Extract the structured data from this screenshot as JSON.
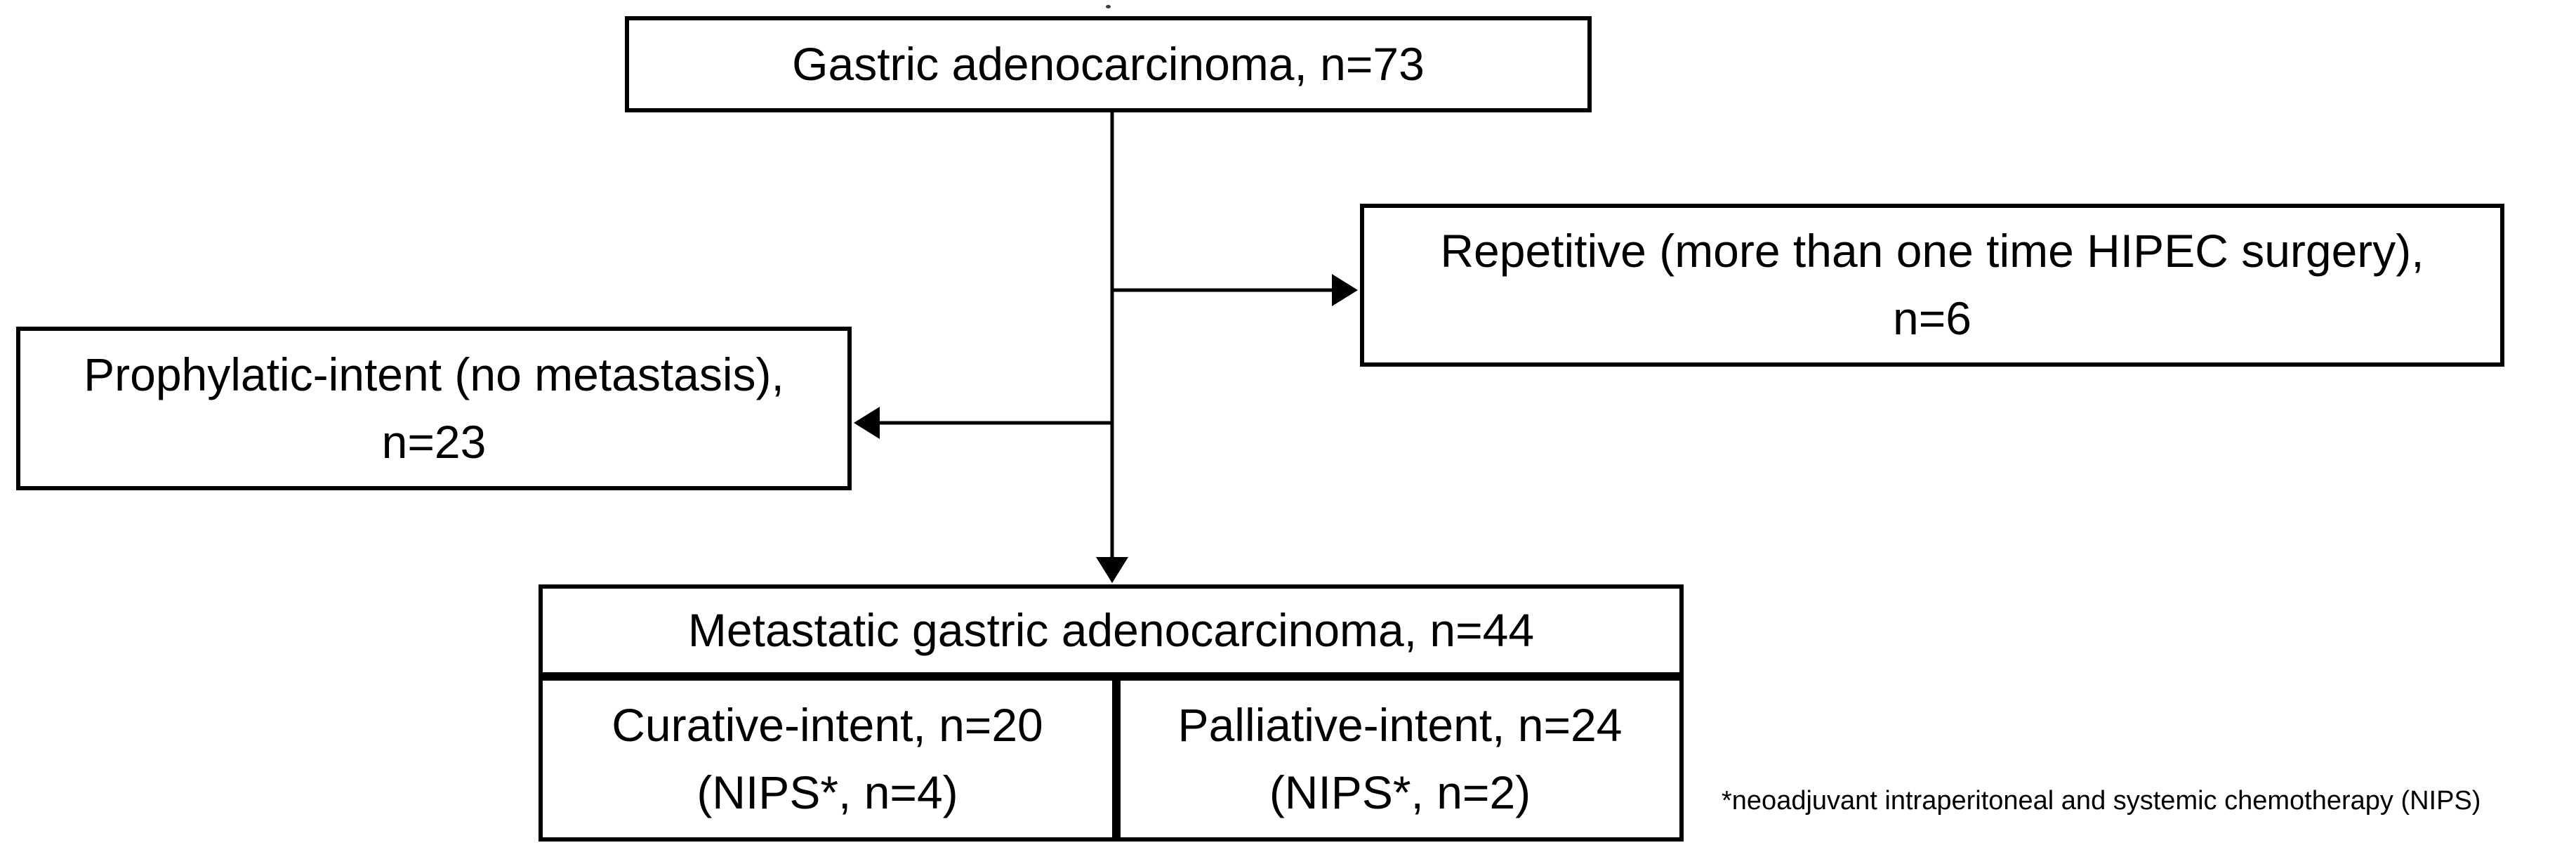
{
  "figure": {
    "background": "#ffffff",
    "line_color": "#000000",
    "text_color": "#000000",
    "nodes": {
      "root": {
        "text": "Gastric adenocarcinoma, n=73"
      },
      "repetitive": {
        "line1": "Repetitive (more than one time HIPEC surgery),",
        "line2": "n=6"
      },
      "prophylactic": {
        "line1": "Prophylatic-intent (no metastasis),",
        "line2": "n=23"
      },
      "metastatic": {
        "text": "Metastatic gastric adenocarcinoma, n=44"
      },
      "curative": {
        "line1": "Curative-intent, n=20",
        "line2": "(NIPS*, n=4)"
      },
      "palliative": {
        "line1": "Palliative-intent, n=24",
        "line2": "(NIPS*, n=2)"
      }
    },
    "footnote": "*neoadjuvant intraperitoneal and systemic chemotherapy (NIPS)"
  }
}
